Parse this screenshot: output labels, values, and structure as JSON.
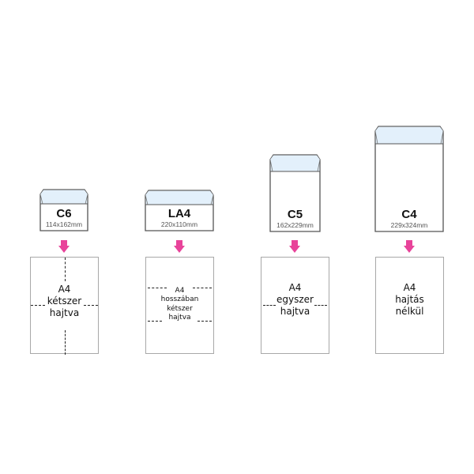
{
  "colors": {
    "arrow": "#e8439a",
    "flap": "#e3f0fb",
    "outline": "#555555",
    "paper_border": "#a8a8a8"
  },
  "envelopes": [
    {
      "code": "C6",
      "size": "114x162mm",
      "paper_lines": [
        "A4",
        "kétszer",
        "hajtva"
      ]
    },
    {
      "code": "LA4",
      "size": "220x110mm",
      "paper_lines": [
        "A4",
        "hosszában",
        "kétszer",
        "hajtva"
      ]
    },
    {
      "code": "C5",
      "size": "162x229mm",
      "paper_lines": [
        "A4",
        "egyszer",
        "hajtva"
      ]
    },
    {
      "code": "C4",
      "size": "229x324mm",
      "paper_lines": [
        "A4",
        "hajtás",
        "nélkül"
      ]
    }
  ]
}
